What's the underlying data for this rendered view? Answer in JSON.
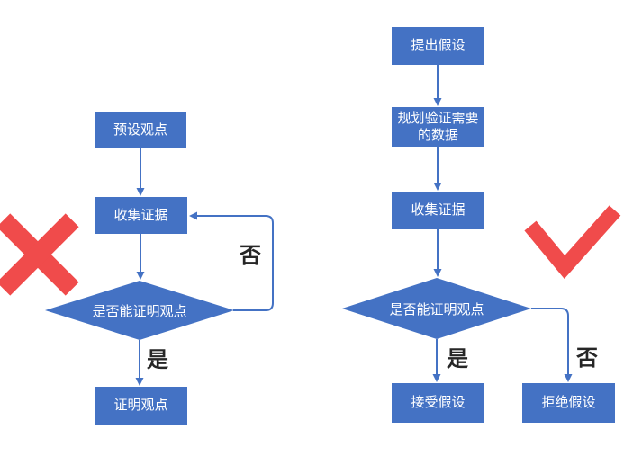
{
  "colors": {
    "node_fill": "#4472C4",
    "node_text": "#FFFFFF",
    "connector": "#4472C4",
    "mark_red": "#F04B4B",
    "label_text": "#262626"
  },
  "left_flow": {
    "verdict": "wrong",
    "verdict_icon": "x-mark",
    "nodes": {
      "start": "预设观点",
      "collect": "收集证据",
      "decision": "是否能证明观点",
      "end": "证明观点"
    },
    "branch_labels": {
      "yes": "是",
      "no": "否"
    }
  },
  "right_flow": {
    "verdict": "correct",
    "verdict_icon": "check-mark",
    "nodes": {
      "start": "提出假设",
      "plan": "规划验证需要的数据",
      "collect": "收集证据",
      "decision": "是否能证明观点",
      "accept": "接受假设",
      "reject": "拒绝假设"
    },
    "branch_labels": {
      "yes": "是",
      "no": "否"
    }
  }
}
